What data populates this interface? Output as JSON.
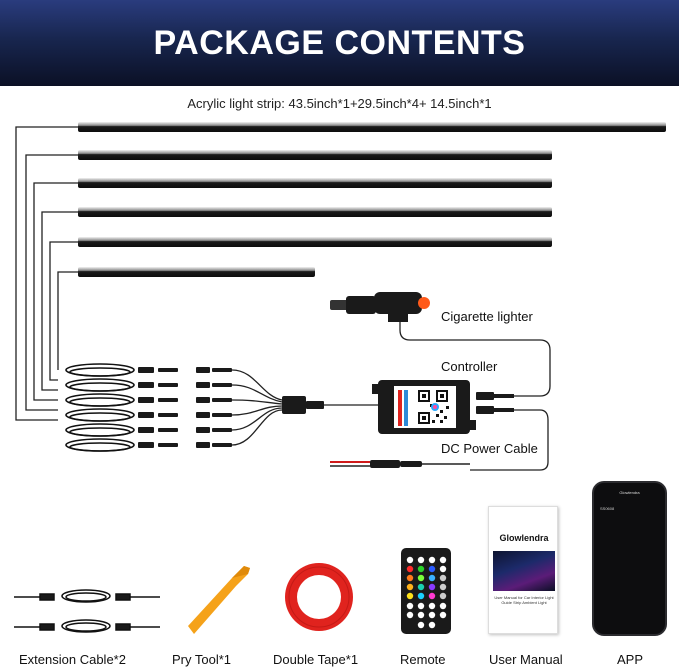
{
  "banner": {
    "title": "PACKAGE CONTENTS"
  },
  "strip_caption": "Acrylic light strip: 43.5inch*1+29.5inch*4+ 14.5inch*1",
  "labels": {
    "cigarette_lighter": "Cigarette lighter",
    "controller": "Controller",
    "dc_power_cable": "DC Power Cable"
  },
  "bottom_items": [
    {
      "label": "Extension Cable*2"
    },
    {
      "label": "Pry Tool*1"
    },
    {
      "label": "Double Tape*1"
    },
    {
      "label": "Remote"
    },
    {
      "label": "User Manual"
    },
    {
      "label": "APP"
    }
  ],
  "manual": {
    "brand": "Glowlendra",
    "text": "User Manual for Car Interior Light Guide Strip Ambient Light"
  },
  "phone": {
    "header": "Glowlendra",
    "device": "SS0608"
  },
  "colors": {
    "banner_top": "#2a3c7e",
    "banner_bottom": "#0b1025",
    "strip": "#1a1a1a",
    "pry_tool": "#f5a21a",
    "tape": "#e0231e",
    "lighter_button": "#ff5a1a"
  },
  "icons": [
    "qr-code-icon",
    "color-wheel-icon"
  ]
}
